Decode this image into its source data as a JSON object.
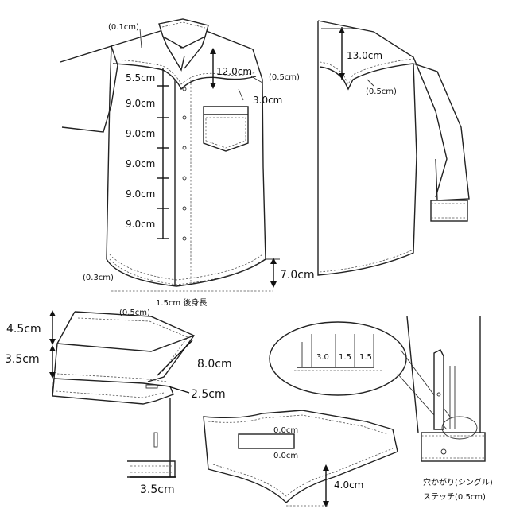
{
  "front": {
    "collar_stitch": "(0.1cm)",
    "yoke_depth": "12.0cm",
    "yoke_stitch": "(0.5cm)",
    "top_button": "5.5cm",
    "pocket_offset": "3.0cm",
    "button_spacing": [
      "9.0cm",
      "9.0cm",
      "9.0cm",
      "9.0cm",
      "9.0cm"
    ],
    "hem_stitch": "(0.3cm)",
    "hem_drop": "7.0cm",
    "back_length_note": "1.5cm 後身長"
  },
  "back": {
    "yoke_depth": "13.0cm",
    "yoke_stitch": "(0.5cm)"
  },
  "collar": {
    "stitch": "(0.5cm)",
    "collar_height": "4.5cm",
    "band_height": "3.5cm",
    "point_length": "8.0cm",
    "band_extension": "2.5cm",
    "band_end_width": "3.5cm"
  },
  "cuff_detail": {
    "stitch_1": "3.0",
    "stitch_2": "1.5",
    "stitch_3": "1.5"
  },
  "yoke_piece": {
    "label_top": "0.0cm",
    "label_bottom": "0.0cm",
    "point_depth": "4.0cm"
  },
  "notes": {
    "buttonhole": "穴かがり(シングル)",
    "stitch": "ステッチ(0.5cm)"
  }
}
